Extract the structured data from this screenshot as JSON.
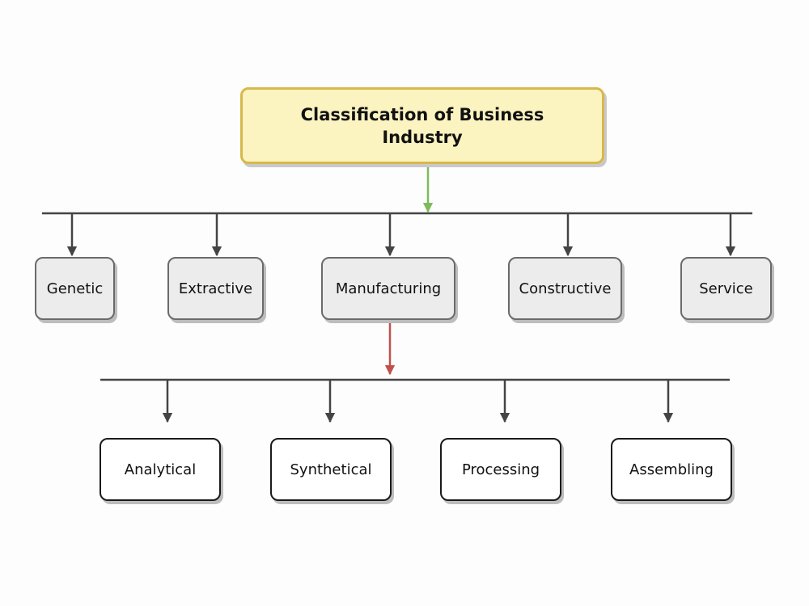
{
  "root": {
    "label": "Classification of Business Industry"
  },
  "categories": [
    "Genetic",
    "Extractive",
    "Manufacturing",
    "Constructive",
    "Service"
  ],
  "manufacturing_types": [
    "Analytical",
    "Synthetical",
    "Processing",
    "Assembling"
  ],
  "colors": {
    "root_fill": "#fbf3c0",
    "root_border": "#d8b84a",
    "root_arrow": "#7dba5c",
    "branch_arrow": "#c0504d",
    "connector": "#444444"
  }
}
